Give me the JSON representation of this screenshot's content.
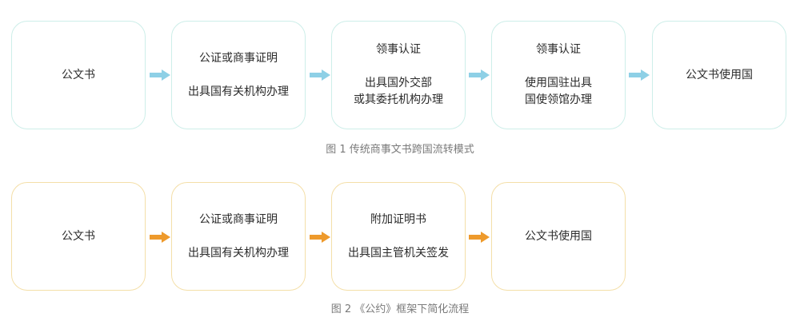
{
  "colors": {
    "row1_border": "#cdeee9",
    "row1_arrow": "#8ed0e6",
    "row2_border": "#f4dfa8",
    "row2_arrow": "#ee9a2c",
    "text": "#2b2b2b",
    "caption": "#7a7a7a"
  },
  "row1": {
    "box1": {
      "title": "公文书"
    },
    "box2": {
      "title": "公证或商事证明",
      "desc": "出具国有关机构办理"
    },
    "box3": {
      "title": "领事认证",
      "desc1": "出具国外交部",
      "desc2": "或其委托机构办理"
    },
    "box4": {
      "title": "领事认证",
      "desc1": "使用国驻出具",
      "desc2": "国使领馆办理"
    },
    "box5": {
      "title": "公文书使用国"
    },
    "caption": "图 1  传统商事文书跨国流转模式"
  },
  "row2": {
    "box1": {
      "title": "公文书"
    },
    "box2": {
      "title": "公证或商事证明",
      "desc": "出具国有关机构办理"
    },
    "box3": {
      "title": "附加证明书",
      "desc": "出具国主管机关签发"
    },
    "box4": {
      "title": "公文书使用国"
    },
    "caption": "图 2 《公约》框架下简化流程"
  }
}
